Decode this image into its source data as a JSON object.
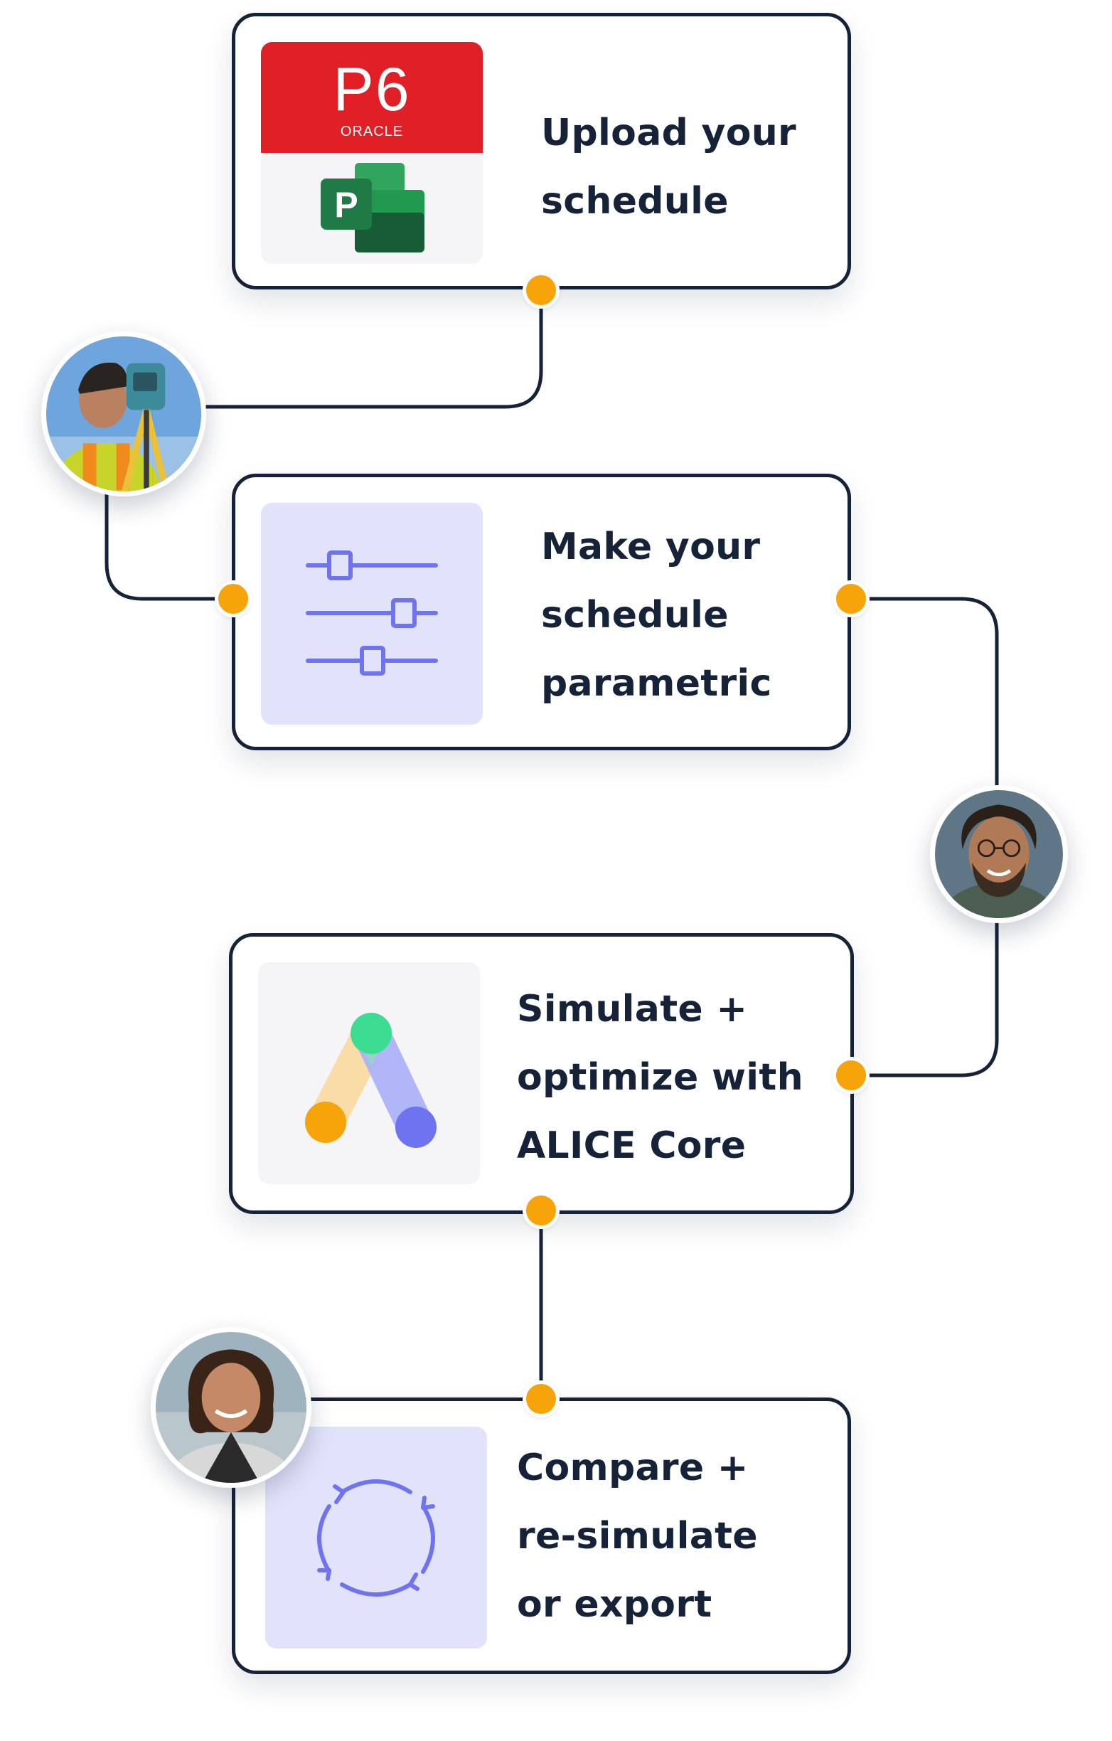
{
  "steps": [
    {
      "title": "Upload your\nschedule",
      "icon": "p6-oracle-and-ms-project-icon"
    },
    {
      "title": "Make your\nschedule\nparametric",
      "icon": "sliders-icon"
    },
    {
      "title": "Simulate +\noptimize with\nALICE Core",
      "icon": "alice-logo-icon"
    },
    {
      "title": "Compare +\nre-simulate\nor export",
      "icon": "refresh-cycle-icon"
    }
  ],
  "logos": {
    "p6": "P6",
    "oracle": "ORACLE",
    "project": "P"
  },
  "colors": {
    "line": "#152238",
    "node": "#f7a30a",
    "accent": "#6e74f0",
    "p6_red": "#e01f26",
    "project_green": "#1f7a45"
  },
  "avatars": [
    "surveyor-photo",
    "bearded-man-photo",
    "woman-photo"
  ]
}
